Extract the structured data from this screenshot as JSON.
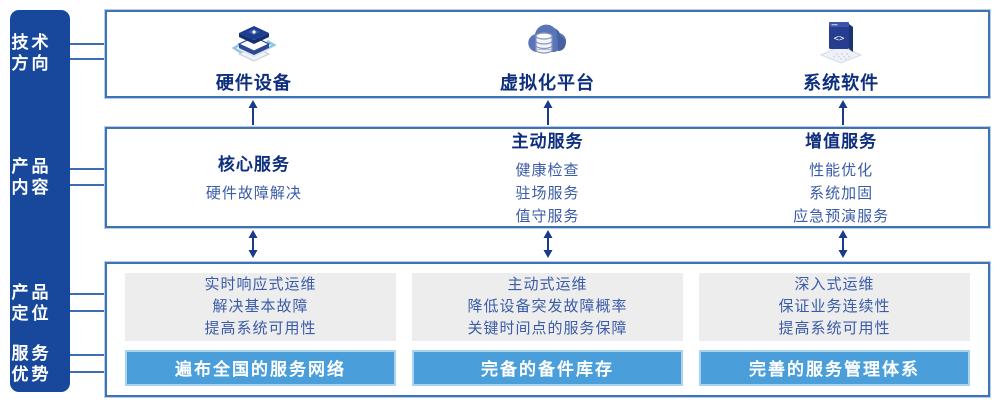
{
  "colors": {
    "sidebar_bg": "#17489B",
    "box_border": "#3E74B6",
    "heading_text": "#0E2F7D",
    "body_text": "#3A5CA8",
    "gray_box_bg": "#EDEDEE",
    "advantage_bar_bg": "#4A9FDB",
    "advantage_bar_border": "#A9D3EF",
    "arrow": "#1A3A8C"
  },
  "sidebar": {
    "items": [
      {
        "line1": "技术",
        "line2": "方向"
      },
      {
        "line1": "产品",
        "line2": "内容"
      },
      {
        "line1": "产品",
        "line2": "定位"
      },
      {
        "line1": "服务",
        "line2": "优势"
      }
    ]
  },
  "tech_row": {
    "items": [
      {
        "icon": "server-stack-icon",
        "label": "硬件设备"
      },
      {
        "icon": "cloud-database-icon",
        "label": "虚拟化平台"
      },
      {
        "icon": "code-window-icon",
        "label": "系统软件"
      }
    ]
  },
  "content_row": {
    "items": [
      {
        "title": "核心服务",
        "lines": [
          "硬件故障解决"
        ]
      },
      {
        "title": "主动服务",
        "lines": [
          "健康检查",
          "驻场服务",
          "值守服务"
        ]
      },
      {
        "title": "增值服务",
        "lines": [
          "性能优化",
          "系统加固",
          "应急预演服务"
        ]
      }
    ]
  },
  "position_row": {
    "items": [
      {
        "positioning": [
          "实时响应式运维",
          "解决基本故障",
          "提高系统可用性"
        ],
        "advantage": "遍布全国的服务网络"
      },
      {
        "positioning": [
          "主动式运维",
          "降低设备突发故障概率",
          "关键时间点的服务保障"
        ],
        "advantage": "完备的备件库存"
      },
      {
        "positioning": [
          "深入式运维",
          "保证业务连续性",
          "提高系统可用性"
        ],
        "advantage": "完善的服务管理体系"
      }
    ]
  }
}
